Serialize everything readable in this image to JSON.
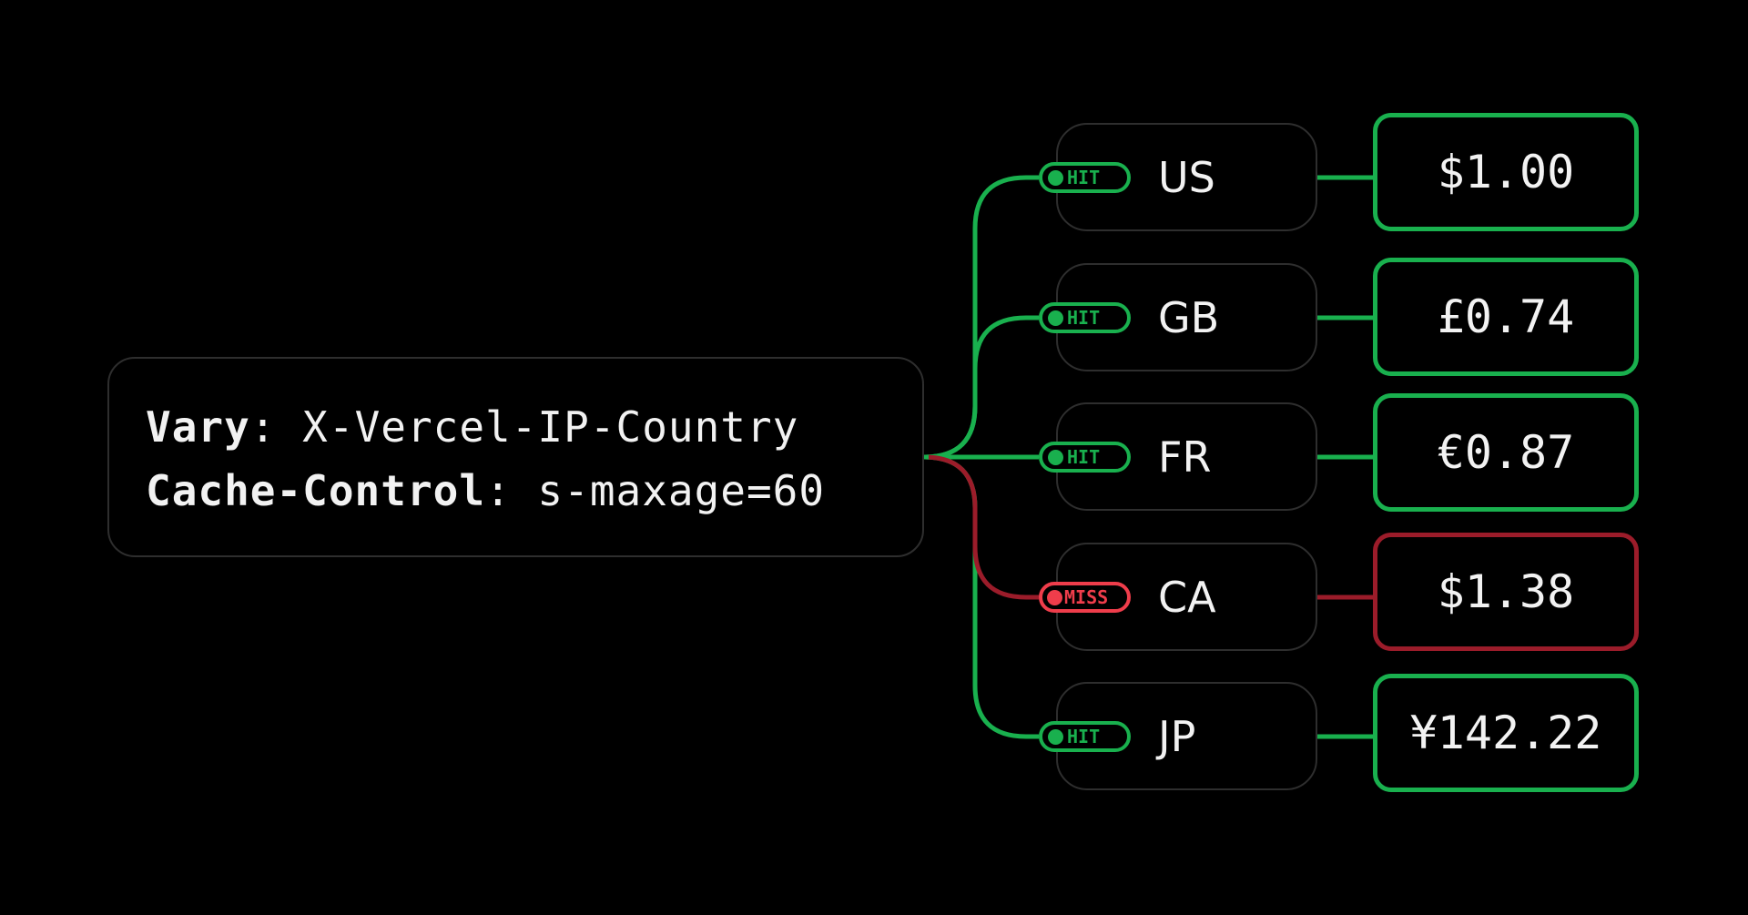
{
  "header": {
    "line1_key": "Vary",
    "line1_sep": ":",
    "line1_value": " X-Vercel-IP-Country",
    "line2_key": "Cache-Control",
    "line2_sep": ":",
    "line2_value": " s-maxage=60"
  },
  "colors": {
    "hit_line": "#19b04e",
    "miss_line": "#9b1c2a",
    "miss_badge": "#ef3d4b",
    "box_border": "#2e2e2e",
    "text": "#f2f2f2",
    "background": "#000000"
  },
  "rows": [
    {
      "country": "US",
      "status": "HIT",
      "price": "$1.00"
    },
    {
      "country": "GB",
      "status": "HIT",
      "price": "£0.74"
    },
    {
      "country": "FR",
      "status": "HIT",
      "price": "€0.87"
    },
    {
      "country": "CA",
      "status": "MISS",
      "price": "$1.38"
    },
    {
      "country": "JP",
      "status": "HIT",
      "price": "¥142.22"
    }
  ]
}
